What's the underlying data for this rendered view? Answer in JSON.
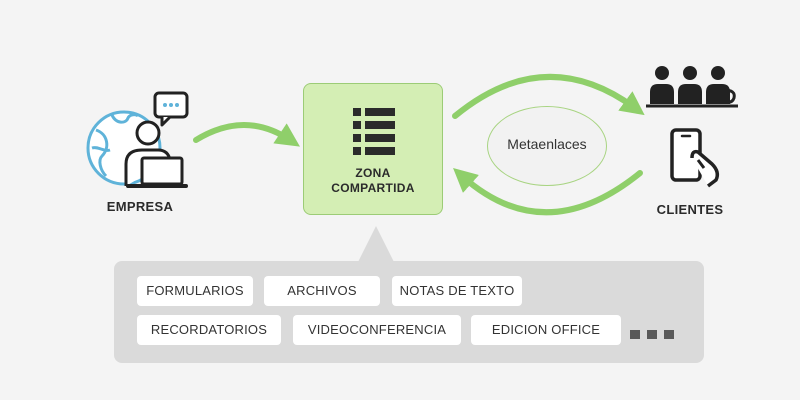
{
  "colors": {
    "accent_green": "#8fcf6a",
    "zone_fill": "#d4eeb4",
    "icon_blue": "#5fb3d9",
    "dark": "#222222",
    "panel": "#dadada"
  },
  "nodes": {
    "empresa": {
      "label": "EMPRESA",
      "icon": "person-laptop-globe-chat-icon"
    },
    "zona": {
      "label_line1": "ZONA",
      "label_line2": "COMPARTIDA",
      "icon": "list-icon"
    },
    "metaenlaces": {
      "label": "Metaenlaces"
    },
    "clientes": {
      "label": "CLIENTES",
      "icons": [
        "meeting-people-icon",
        "phone-touch-icon"
      ]
    }
  },
  "features": {
    "row1": [
      "FORMULARIOS",
      "ARCHIVOS",
      "NOTAS DE TEXTO"
    ],
    "row2": [
      "RECORDATORIOS",
      "VIDEOCONFERENCIA",
      "EDICION OFFICE"
    ],
    "more_icon": "more-dots-icon"
  }
}
